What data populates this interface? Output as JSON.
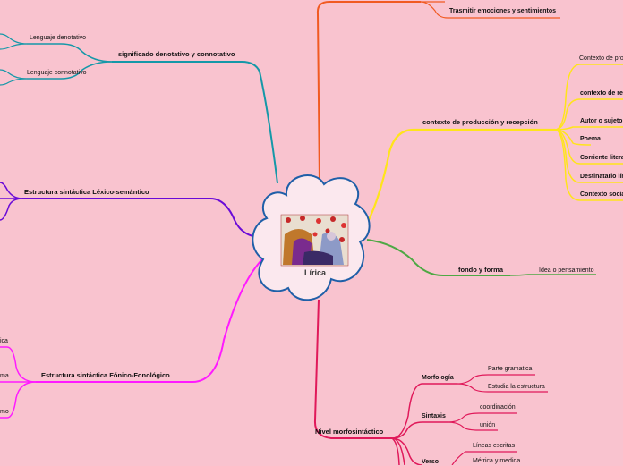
{
  "central": {
    "label": "Lírica"
  },
  "colors": {
    "background": "#f9c3cf",
    "cloud_stroke": "#1f5fa8",
    "cloud_fill": "#fbe8ee",
    "orange": "#f15a22",
    "teal": "#1598a8",
    "purple": "#6a0ad8",
    "magenta": "#ff1aff",
    "yellow": "#ffe41a",
    "green": "#4ea844",
    "crimson": "#e0195a"
  },
  "top": {
    "item": "Trasmitir emociones y sentimientos"
  },
  "significado": {
    "title": "significado denotativo y connotativo",
    "items": [
      "Lenguaje denotativo",
      "Lenguaje connotativo"
    ]
  },
  "lexico": {
    "title": "Estructura sintáctica Léxico-semántico"
  },
  "fonico": {
    "title": "Estructura sintáctica  Fónico-Fonológico",
    "items": [
      "ica",
      "ma",
      "mo"
    ]
  },
  "contexto": {
    "title": "contexto de producción y recepción",
    "items": [
      "Contexto de pro",
      "contexto de re",
      "Autor o sujeto",
      "Poema",
      "Corriente litera",
      "Destinatario lír",
      "Contexto socia"
    ]
  },
  "fondo": {
    "title": "fondo y forma",
    "item": "Idea o pensamiento"
  },
  "nivel": {
    "title": "Nivel morfosintáctico",
    "morfologia": {
      "label": "Morfología",
      "items": [
        "Parte gramatica",
        "Estudia la estructura"
      ]
    },
    "sintaxis": {
      "label": "Sintaxis",
      "items": [
        "coordinación",
        "unión"
      ]
    },
    "verso": {
      "label": "Verso",
      "items": [
        "Líneas escritas",
        "Métrica y medida"
      ]
    }
  }
}
